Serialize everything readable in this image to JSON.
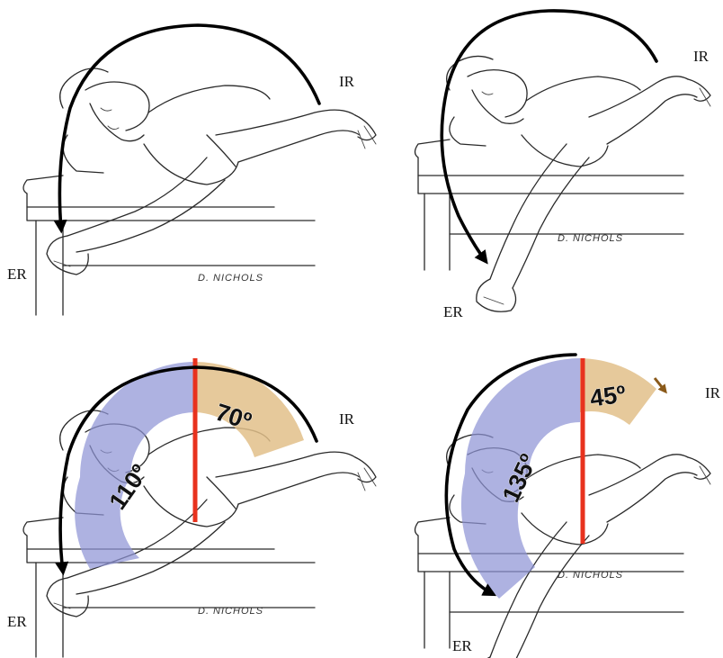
{
  "panels": [
    {
      "id": "top-left",
      "labels": {
        "er": "ER",
        "ir": "IR"
      },
      "signature": "D. NICHOLS"
    },
    {
      "id": "top-right",
      "labels": {
        "er": "ER",
        "ir": "IR"
      },
      "signature": "D. NICHOLS"
    },
    {
      "id": "bottom-left",
      "labels": {
        "er": "ER",
        "ir": "IR"
      },
      "signature": "D. NICHOLS",
      "arcs": [
        {
          "label": "110º",
          "degrees": 110,
          "color": "#8f94d6"
        },
        {
          "label": "70º",
          "degrees": 70,
          "color": "#e2c08a"
        }
      ],
      "divider_color": "#e8321e"
    },
    {
      "id": "bottom-right",
      "labels": {
        "er": "ER",
        "ir": "IR"
      },
      "signature": "D. NICHOLS",
      "arcs": [
        {
          "label": "135º",
          "degrees": 135,
          "color": "#8f94d6"
        },
        {
          "label": "45º",
          "degrees": 45,
          "color": "#e2c08a"
        }
      ],
      "divider_color": "#e8321e"
    }
  ]
}
